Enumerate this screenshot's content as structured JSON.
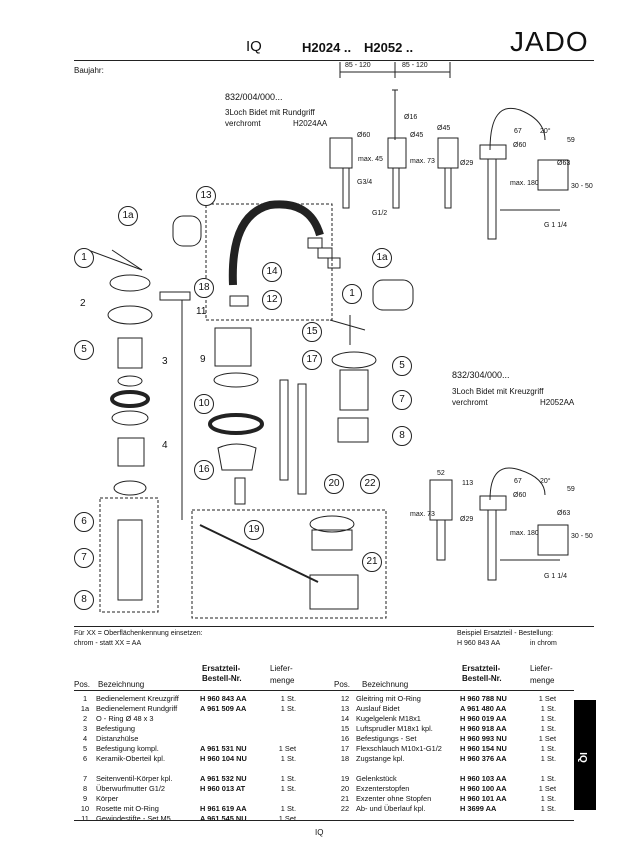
{
  "header": {
    "title": "IQ",
    "code1": "H2024 ..",
    "code2": "H2052 ..",
    "logo": "JADO",
    "baujahr": "Baujahr:"
  },
  "variant1": {
    "number": "832/004/000...",
    "line1": "3Loch Bidet mit Rundgriff",
    "line2": "verchromt",
    "code": "H2024AA"
  },
  "variant2": {
    "number": "832/304/000...",
    "line1": "3Loch Bidet mit Kreuzgriff",
    "line2": "verchromt",
    "code": "H2052AA"
  },
  "dims_top": [
    "85 - 120",
    "85 - 120",
    "Ø16",
    "Ø45",
    "Ø60",
    "Ø45",
    "max. 45",
    "max. 73",
    "Ø29",
    "G3/4",
    "G1/2",
    "67",
    "20°",
    "59",
    "Ø60",
    "Ø63",
    "max. 180",
    "30 - 50",
    "G 1 1/4"
  ],
  "dims_bottom": [
    "52",
    "113",
    "67",
    "20°",
    "59",
    "Ø60",
    "Ø63",
    "max. 73",
    "Ø29",
    "max. 180",
    "30 - 50",
    "G 1 1/4"
  ],
  "callouts": [
    "13",
    "1a",
    "1",
    "2",
    "5",
    "3",
    "4",
    "6",
    "7",
    "8",
    "14",
    "18",
    "11",
    "12",
    "9",
    "10",
    "16",
    "15",
    "17",
    "1a",
    "1",
    "5",
    "7",
    "8",
    "19",
    "20",
    "22",
    "21"
  ],
  "footnote": {
    "left1": "Für XX = Oberflächenkennung einsetzen:",
    "left2": "chrom - statt XX = AA",
    "right1": "Beispiel Ersatzteil - Bestellung:",
    "right2a": "H 960 843 AA",
    "right2b": "in chrom"
  },
  "table_headers": {
    "pos": "Pos.",
    "bez": "Bezeichnung",
    "nr1": "Ersatzteil-",
    "nr2": "Bestell-Nr.",
    "lief1": "Liefer-",
    "lief2": "menge"
  },
  "rows_left": [
    [
      "1",
      "Bedienelement Kreuzgriff",
      "H 960 843 AA",
      "1 St."
    ],
    [
      "1a",
      "Bedienelement Rundgriff",
      "A 961 509 AA",
      "1 St."
    ],
    [
      "2",
      "O - Ring  Ø 48 x 3",
      "",
      ""
    ],
    [
      "3",
      "Befestigung",
      "",
      ""
    ],
    [
      "4",
      "Distanzhülse",
      "",
      ""
    ],
    [
      "5",
      "Befestigung kompl.",
      "A 961 531 NU",
      "1 Set"
    ],
    [
      "6",
      "Keramik-Oberteil kpl.",
      "H 960 104 NU",
      "1 St."
    ],
    [
      "",
      "",
      "",
      ""
    ],
    [
      "7",
      "Seitenventil-Körper kpl.",
      "A 961 532 NU",
      "1 St."
    ],
    [
      "8",
      "Überwurfmutter G1/2",
      "H 960 013 AT",
      "1 St."
    ],
    [
      "9",
      "Körper",
      "",
      ""
    ],
    [
      "10",
      "Rosette mit O-Ring",
      "H 961 619 AA",
      "1 St."
    ],
    [
      "11",
      "Gewindestifte - Set M5",
      "A 961 545 NU",
      "1 Set"
    ]
  ],
  "rows_right": [
    [
      "12",
      "Gleitring mit O-Ring",
      "H 960 788 NU",
      "1 Set"
    ],
    [
      "13",
      "Auslauf Bidet",
      "A 961 480 AA",
      "1 St."
    ],
    [
      "14",
      "Kugelgelenk M18x1",
      "H 960 019 AA",
      "1 St."
    ],
    [
      "15",
      "Luftsprudler M18x1 kpl.",
      "H 960 918 AA",
      "1 St."
    ],
    [
      "16",
      "Befestigungs - Set",
      "H 960 993 NU",
      "1 Set"
    ],
    [
      "17",
      "Flexschlauch M10x1-G1/2",
      "H 960 154 NU",
      "1 St."
    ],
    [
      "18",
      "Zugstange kpl.",
      "H 960 376 AA",
      "1 St."
    ],
    [
      "",
      "",
      "",
      ""
    ],
    [
      "19",
      "Gelenkstück",
      "H 960 103 AA",
      "1 St."
    ],
    [
      "20",
      "Exzenterstopfen",
      "H 960 100 AA",
      "1 Set"
    ],
    [
      "21",
      "Exzenter ohne Stopfen",
      "H 960 101 AA",
      "1 St."
    ],
    [
      "22",
      "Ab- und Überlauf  kpl.",
      "H 3699 AA",
      "1 St."
    ]
  ],
  "side_tab": "IQ",
  "footer": "IQ"
}
